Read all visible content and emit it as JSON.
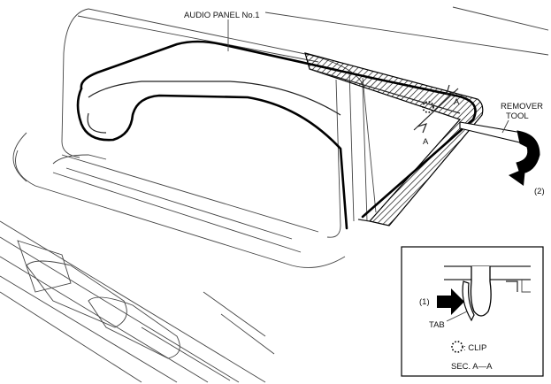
{
  "labels": {
    "audio_panel": "AUDIO PANEL No.1",
    "remover_tool_line1": "REMOVER",
    "remover_tool_line2": "TOOL",
    "step_2": "(2)",
    "section_a_left": "A",
    "section_a_right": "A",
    "step_1": "(1)",
    "tab": "TAB",
    "clip_legend": ": CLIP",
    "section_caption": "SEC. A—A"
  },
  "colors": {
    "line": "#000000",
    "fill": "#ffffff"
  },
  "icons": {
    "clip": "dotted-circle-icon",
    "push_arrow": "bold-arrow-right-icon",
    "rotate_arrow": "curved-arrow-icon"
  }
}
